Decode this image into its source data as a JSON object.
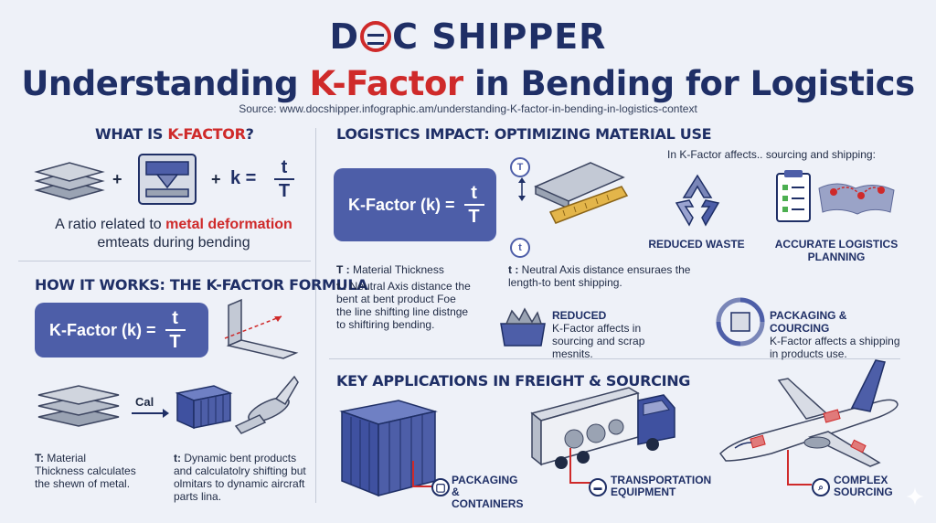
{
  "header": {
    "logo_left": "D",
    "logo_right": "C SHIPPER",
    "title_part1": "Understanding ",
    "title_highlight": "K-Factor",
    "title_part2": " in Bending for Logistics",
    "source": "Source: www.docshipper.infographic.am/understanding-K-factor-in-bending-in-logistics-context"
  },
  "what_is": {
    "title_part1": "WHAT IS ",
    "title_highlight": "K-FACTOR",
    "title_part2": "?",
    "plus1": "+",
    "plus2": "+",
    "k_eq": "k =",
    "num": "t",
    "den": "T",
    "desc_part1": "A ratio related to ",
    "desc_highlight": "metal deformation",
    "desc_line2": "emteats during bending"
  },
  "how_it_works": {
    "title": "HOW IT WORKS: THE K-FACTOR FORMULA",
    "formula_label": "K-Factor (k) =",
    "num": "t",
    "den": "T",
    "cal_label": "Cal",
    "note_left_key": "T:",
    "note_left_text": "Material Thickness calculates the shewn of metal.",
    "note_right_key": "t:",
    "note_right_text": "Dynamic bent products and calculatolry shifting but olmitars to dynamic aircraft parts lina."
  },
  "logistics_impact": {
    "title": "LOGISTICS IMPACT: OPTIMIZING MATERIAL USE",
    "formula_label": "K-Factor (k) =",
    "num": "t",
    "den": "T",
    "T_marker": "T",
    "t_marker": "t",
    "def_T_key": "T :",
    "def_T_text": "Material Thickness",
    "def_t_key": "t :",
    "def_t_text": "Neutral Axis distance the bent at bent product Foe the line shifting line distnge to shiftiring bending.",
    "neutral_key": "t :",
    "neutral_text": "Neutral Axis distance ensuraes the length-to bent shipping.",
    "intro": "In K-Factor affects.. sourcing and shipping:",
    "reduced_waste": "REDUCED WASTE",
    "accurate_planning": "ACCURATE LOGISTICS PLANNING",
    "reduced_title": "REDUCED",
    "reduced_text": "K-Factor affects in sourcing and scrap mesnits.",
    "packaging_title": "PACKAGING & COURCING",
    "packaging_text": "K-Factor affects a shipping in products use."
  },
  "applications": {
    "title": "KEY APPLICATIONS IN FREIGHT & SOURCING",
    "containers": "PACKAGING & CONTAINERS",
    "transport": "TRANSPORTATION EQUIPMENT",
    "sourcing": "COMPLEX SOURCING"
  }
}
